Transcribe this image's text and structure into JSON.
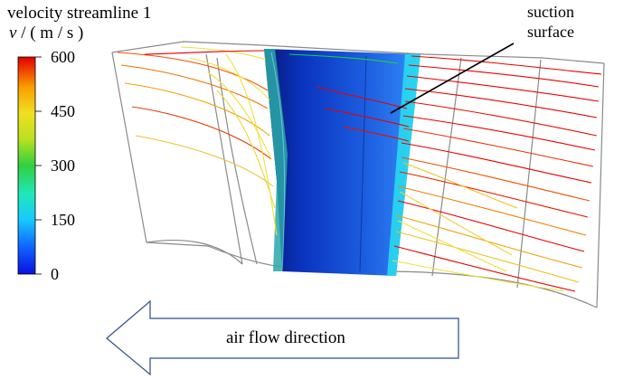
{
  "legend": {
    "title": "velocity streamline 1",
    "unit_symbol": "v",
    "unit_text": " / ( m / s )",
    "ticks": [
      "600",
      "450",
      "300",
      "150",
      "0"
    ],
    "value_min": 0,
    "value_max": 600,
    "colors": [
      "#0a10e0",
      "#1060ff",
      "#18c8ff",
      "#20e8b8",
      "#30d040",
      "#b8e020",
      "#f0e020",
      "#f8a000",
      "#f04000",
      "#e00000"
    ]
  },
  "annotation": {
    "line1": "suction",
    "line2": "surface"
  },
  "flow_label": "air flow direction",
  "scene_colors": {
    "blade_dark": "#0428a8",
    "blade_light": "#1e6ae8",
    "blade_edge": "#20d8f0",
    "streamline_hot": "#e80000",
    "streamline_mid": "#f09000",
    "streamline_warm": "#f0e040",
    "outline": "#808080"
  }
}
